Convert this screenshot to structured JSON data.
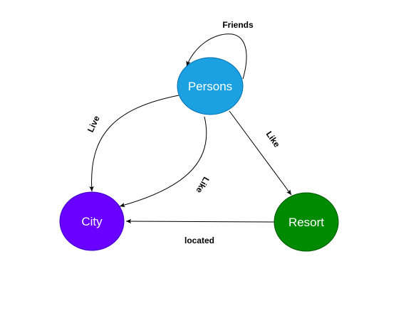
{
  "nodes": {
    "persons": {
      "label": "Persons",
      "color": "#1ba1e2"
    },
    "city": {
      "label": "City",
      "color": "#6a00ff"
    },
    "resort": {
      "label": "Resort",
      "color": "#008a00"
    }
  },
  "edges": {
    "friends": {
      "label": "Friends",
      "from": "Persons",
      "to": "Persons"
    },
    "live": {
      "label": "Live",
      "from": "Persons",
      "to": "City"
    },
    "like_city": {
      "label": "Like",
      "from": "Persons",
      "to": "City"
    },
    "like_resort": {
      "label": "Like",
      "from": "Persons",
      "to": "Resort"
    },
    "located": {
      "label": "located",
      "from": "Resort",
      "to": "City"
    }
  }
}
